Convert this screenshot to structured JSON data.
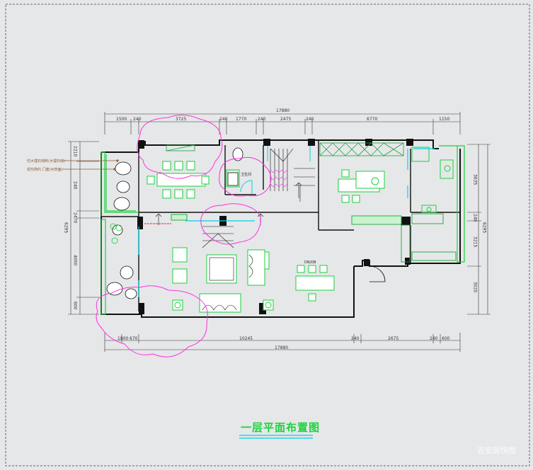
{
  "title": "一层平面布置图",
  "watermark": "百安居快图",
  "dimensions_top": [
    "1500",
    "240",
    "3725",
    "240",
    "1770",
    "240",
    "2475",
    "240",
    "6770",
    "1150"
  ],
  "overall_top": "17880",
  "dimensions_bottom": [
    "1800",
    "670",
    "10245",
    "240",
    "2675",
    "240",
    "600"
  ],
  "overall_bottom": "17880",
  "dimensions_left": [
    "2210",
    "240",
    "6295",
    "4000",
    "2470",
    "600"
  ],
  "dimensions_right": [
    "3635",
    "3215",
    "240",
    "6295",
    "3020"
  ],
  "callouts": [
    "仿大理石地砖(大理石纹)",
    "现代简约 门套(木饰面)"
  ],
  "room_labels": [
    "卫生间",
    "DN/DB"
  ],
  "colors": {
    "wall": "#111111",
    "furniture": "#19d23c",
    "revision_cloud": "#ff2fe0",
    "cabinet": "#1aa33a",
    "door_cyan": "#00d2e6",
    "leader": "#8a5a33"
  }
}
